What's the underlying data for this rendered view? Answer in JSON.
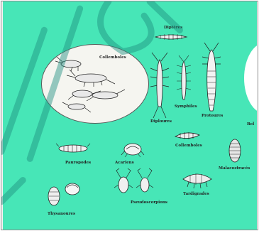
{
  "labels": {
    "dipteres": "Diptères",
    "collemboles_top": "Collemboles",
    "diploures": "Diploures",
    "symphiles": "Symphiles",
    "protoures": "Protoures",
    "collemboles_mid": "Collemboles",
    "pauropodes": "Pauropodes",
    "acariens": "Acariens",
    "malacostraces": "Malacostracés",
    "pseudoscorpions": "Pseudoscorpions",
    "tardigrades": "Tardigrades",
    "thysanoures": "Thysanoures",
    "cut_label": "Bel"
  },
  "colors": {
    "background": "#47e6b7",
    "watermark": "#1d8f7f"
  }
}
